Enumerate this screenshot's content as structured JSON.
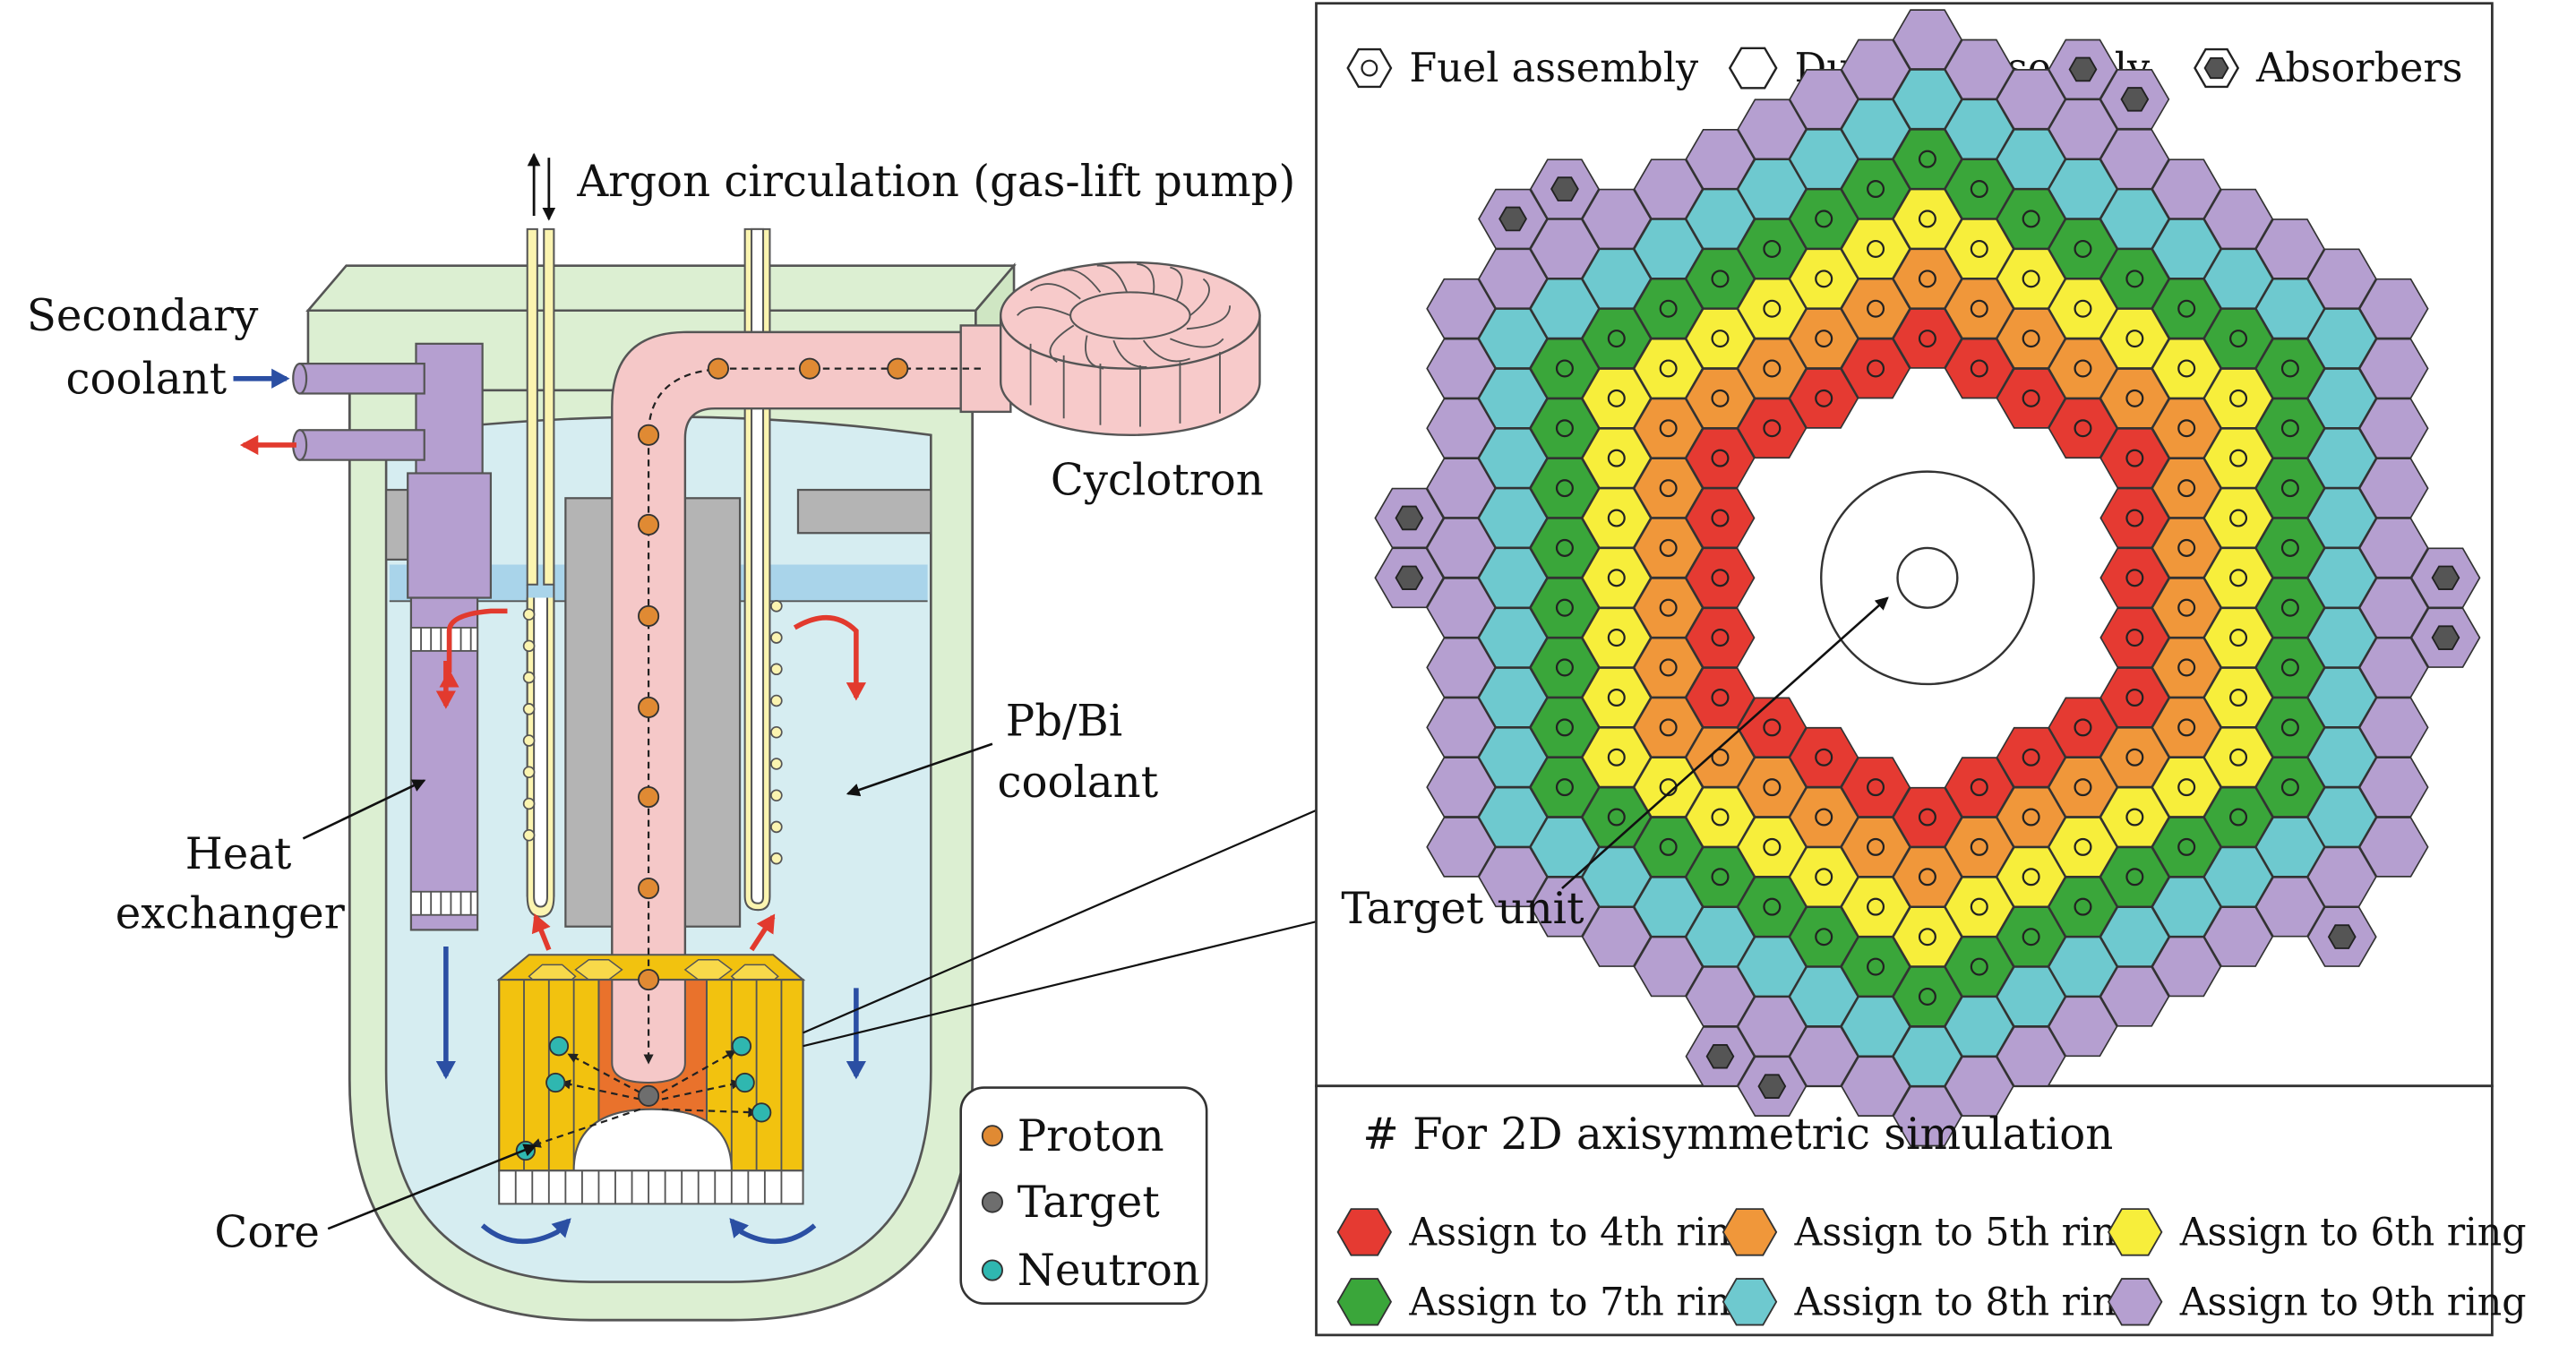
{
  "reactor": {
    "argon_label": "Argon circulation (gas-lift pump)",
    "secondary_label_1": "Secondary",
    "secondary_label_2": "coolant",
    "cyclotron_label": "Cyclotron",
    "coolant_label_1": "Pb/Bi",
    "coolant_label_2": "coolant",
    "hx_label_1": "Heat",
    "hx_label_2": "exchanger",
    "core_label": "Core"
  },
  "particle_legend": [
    {
      "label": "Proton",
      "color": "#e08a33"
    },
    {
      "label": "Target",
      "color": "#6e6e6e"
    },
    {
      "label": "Neutron",
      "color": "#2fb7b0"
    }
  ],
  "core_map": {
    "type_legend": [
      {
        "label": "Fuel assembly",
        "icon": "fuel-assembly-icon"
      },
      {
        "label": "Dummy assembly",
        "icon": "dummy-assembly-icon"
      },
      {
        "label": "Absorbers",
        "icon": "absorber-icon"
      }
    ],
    "target_label": "Target unit",
    "sim_title": "# For 2D axisymmetric simulation",
    "ring_legend": [
      {
        "label": "Assign to 4th ring",
        "color": "#e53a32"
      },
      {
        "label": "Assign to 5th ring",
        "color": "#f0973a"
      },
      {
        "label": "Assign to 6th ring",
        "color": "#f7ee3b"
      },
      {
        "label": "Assign to 7th ring",
        "color": "#3aa63a"
      },
      {
        "label": "Assign to 8th ring",
        "color": "#6ec9cf"
      },
      {
        "label": "Assign to 9th ring",
        "color": "#b59fd0"
      }
    ]
  },
  "colors": {
    "vessel": "#dcefd2",
    "vessel_stroke": "#555555",
    "coolant": "#d6edf1",
    "argon_layer": "#a9d4ea",
    "beam": "#f5c8c8",
    "hx": "#b59fd0",
    "core": "#f2c20f",
    "target_block": "#e9722c",
    "cyclotron": "#f7caca",
    "hot_arrow": "#e23a2e",
    "cold_arrow": "#2b4fa3",
    "boundary": "#d93a32"
  }
}
